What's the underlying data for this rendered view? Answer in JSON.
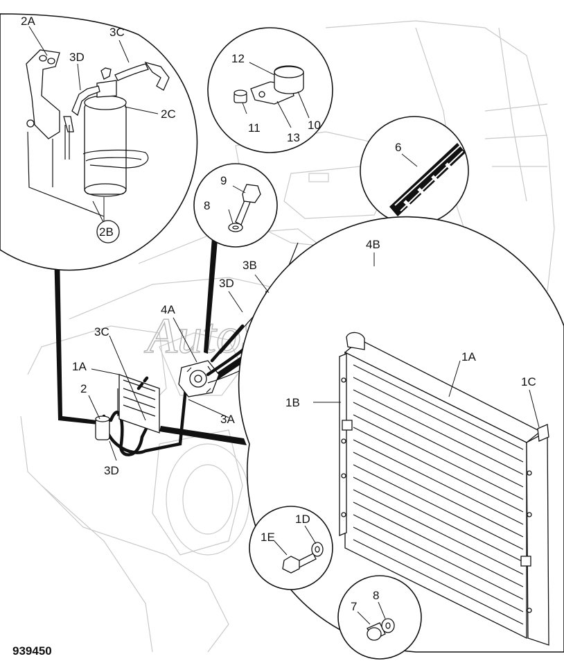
{
  "watermark": "AutoSoft",
  "figure_number": "939450",
  "labels": {
    "l2A": "2A",
    "l3D_top": "3D",
    "l3C_top": "3C",
    "l2C": "2C",
    "l2B": "2B",
    "l12": "12",
    "l10": "10",
    "l11": "11",
    "l13": "13",
    "l6": "6",
    "l9": "9",
    "l8_mid": "8",
    "l4B": "4B",
    "l3B": "3B",
    "l3D_mid": "3D",
    "l4A": "4A",
    "l3C_left": "3C",
    "l1A_left": "1A",
    "l2": "2",
    "l3A": "3A",
    "l3D_low": "3D",
    "l1A_right": "1A",
    "l1B": "1B",
    "l1C": "1C",
    "l1E": "1E",
    "l1D": "1D",
    "l7": "7",
    "l8_low": "8"
  }
}
